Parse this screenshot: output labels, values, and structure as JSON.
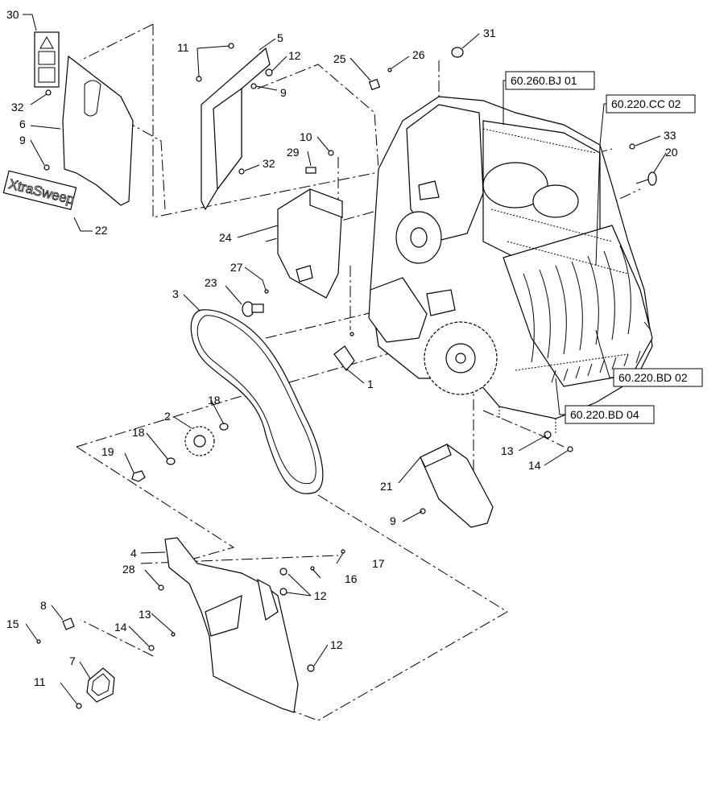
{
  "callouts": {
    "c1": "1",
    "c2": "2",
    "c3": "3",
    "c4": "4",
    "c5": "5",
    "c6": "6",
    "c7": "7",
    "c8": "8",
    "c9a": "9",
    "c9b": "9",
    "c9c": "9",
    "c10": "10",
    "c11a": "11",
    "c11b": "11",
    "c12a": "12",
    "c12b": "12",
    "c12c": "12",
    "c13a": "13",
    "c13b": "13",
    "c14a": "14",
    "c14b": "14",
    "c15": "15",
    "c16": "16",
    "c17": "17",
    "c18a": "18",
    "c18b": "18",
    "c19": "19",
    "c20": "20",
    "c21": "21",
    "c22": "22",
    "c23": "23",
    "c24": "24",
    "c25": "25",
    "c26": "26",
    "c27": "27",
    "c28": "28",
    "c29": "29",
    "c30": "30",
    "c31": "31",
    "c32a": "32",
    "c32b": "32",
    "c33": "33"
  },
  "references": {
    "r1": "60.260.BJ 01",
    "r2": "60.220.CC 02",
    "r3": "60.220.BD 02",
    "r4": "60.220.BD 04"
  },
  "decal_text": "XtraSweep"
}
